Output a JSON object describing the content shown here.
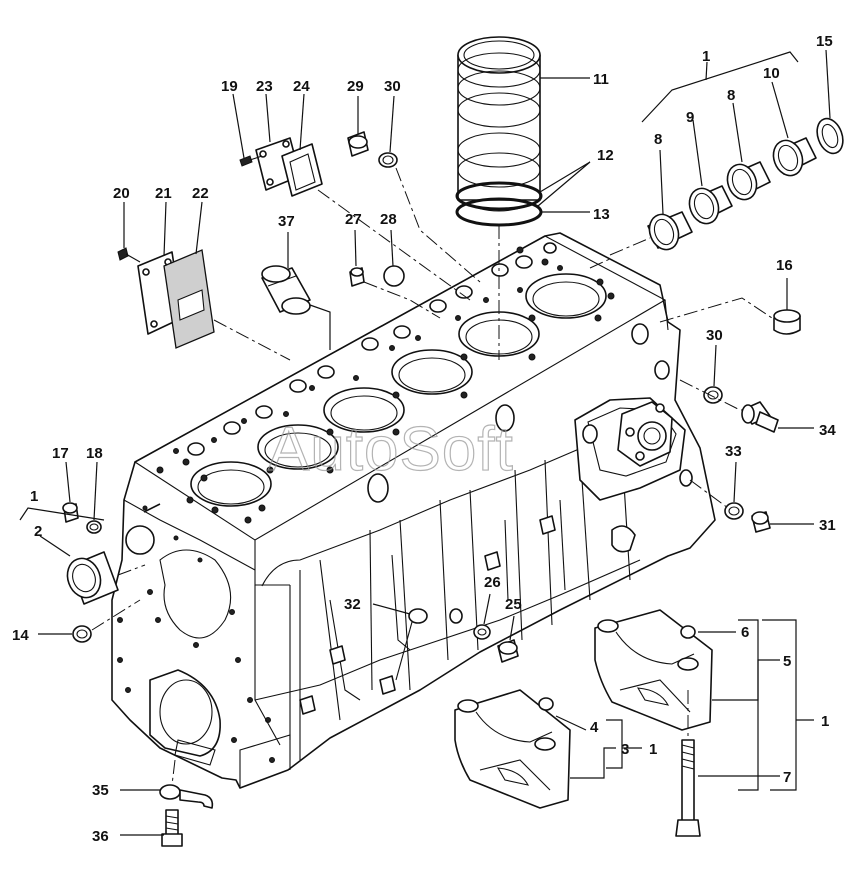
{
  "watermark": "AutoSoft",
  "callouts": [
    {
      "id": "c1a",
      "label": "1"
    },
    {
      "id": "c1b",
      "label": "1"
    },
    {
      "id": "c1c",
      "label": "1"
    },
    {
      "id": "c1d",
      "label": "1"
    },
    {
      "id": "c2",
      "label": "2"
    },
    {
      "id": "c3",
      "label": "3"
    },
    {
      "id": "c4",
      "label": "4"
    },
    {
      "id": "c5",
      "label": "5"
    },
    {
      "id": "c6",
      "label": "6"
    },
    {
      "id": "c7",
      "label": "7"
    },
    {
      "id": "c8a",
      "label": "8"
    },
    {
      "id": "c8b",
      "label": "8"
    },
    {
      "id": "c9",
      "label": "9"
    },
    {
      "id": "c10",
      "label": "10"
    },
    {
      "id": "c11",
      "label": "11"
    },
    {
      "id": "c12",
      "label": "12"
    },
    {
      "id": "c13",
      "label": "13"
    },
    {
      "id": "c14",
      "label": "14"
    },
    {
      "id": "c15",
      "label": "15"
    },
    {
      "id": "c16",
      "label": "16"
    },
    {
      "id": "c17",
      "label": "17"
    },
    {
      "id": "c18",
      "label": "18"
    },
    {
      "id": "c19",
      "label": "19"
    },
    {
      "id": "c20",
      "label": "20"
    },
    {
      "id": "c21",
      "label": "21"
    },
    {
      "id": "c22",
      "label": "22"
    },
    {
      "id": "c23",
      "label": "23"
    },
    {
      "id": "c24",
      "label": "24"
    },
    {
      "id": "c25",
      "label": "25"
    },
    {
      "id": "c26",
      "label": "26"
    },
    {
      "id": "c27",
      "label": "27"
    },
    {
      "id": "c28",
      "label": "28"
    },
    {
      "id": "c29",
      "label": "29"
    },
    {
      "id": "c30a",
      "label": "30"
    },
    {
      "id": "c30b",
      "label": "30"
    },
    {
      "id": "c31",
      "label": "31"
    },
    {
      "id": "c32",
      "label": "32"
    },
    {
      "id": "c33",
      "label": "33"
    },
    {
      "id": "c34",
      "label": "34"
    },
    {
      "id": "c35",
      "label": "35"
    },
    {
      "id": "c36",
      "label": "36"
    },
    {
      "id": "c37",
      "label": "37"
    }
  ]
}
